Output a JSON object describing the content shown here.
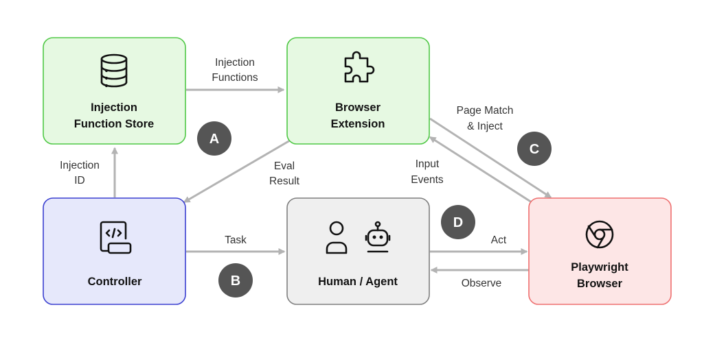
{
  "nodes": {
    "injection_store": {
      "title_line1": "Injection",
      "title_line2": "Function Store",
      "fill": "#e6f9e2",
      "stroke": "#4fc845",
      "icon": "database-icon"
    },
    "browser_extension": {
      "title_line1": "Browser",
      "title_line2": "Extension",
      "fill": "#e6f9e2",
      "stroke": "#4fc845",
      "icon": "puzzle-icon"
    },
    "controller": {
      "title": "Controller",
      "fill": "#e6e8fb",
      "stroke": "#3a3fd0",
      "icon": "code-file-icon"
    },
    "human_agent": {
      "title": "Human / Agent",
      "fill": "#efefef",
      "stroke": "#7f7f7f",
      "icons": [
        "person-icon",
        "robot-icon"
      ]
    },
    "playwright_browser": {
      "title_line1": "Playwright",
      "title_line2": "Browser",
      "fill": "#fde6e6",
      "stroke": "#ee6f6f",
      "icon": "chrome-icon"
    }
  },
  "edges": {
    "injection_functions": {
      "line1": "Injection",
      "line2": "Functions"
    },
    "injection_id": {
      "line1": "Injection",
      "line2": "ID"
    },
    "eval_result": {
      "line1": "Eval",
      "line2": "Result"
    },
    "page_match_inject": {
      "line1": "Page Match",
      "line2": "& Inject"
    },
    "input_events": {
      "line1": "Input",
      "line2": "Events"
    },
    "task": {
      "label": "Task"
    },
    "act": {
      "label": "Act"
    },
    "observe": {
      "label": "Observe"
    }
  },
  "badges": {
    "a": "A",
    "b": "B",
    "c": "C",
    "d": "D"
  },
  "colors": {
    "arrow": "#b3b3b3",
    "badge": "#555555"
  }
}
